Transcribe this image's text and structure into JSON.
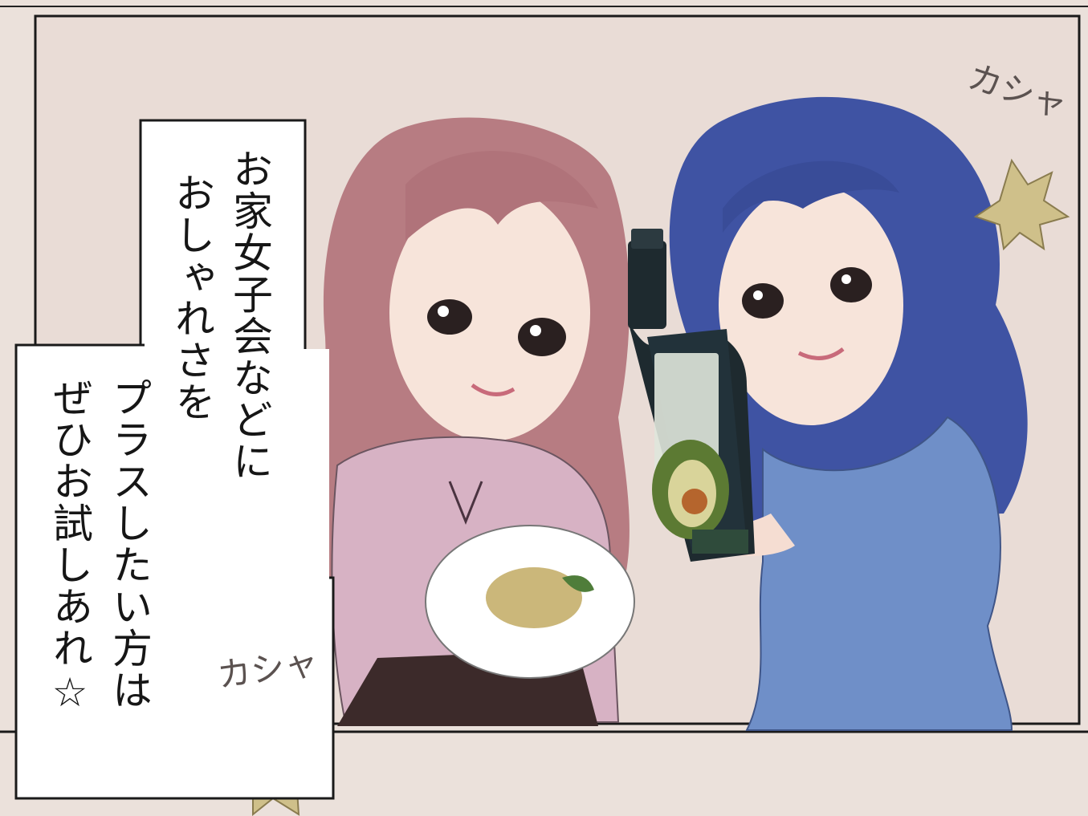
{
  "caption": {
    "column_1": "お家女子会などに",
    "column_2": "おしゃれさを",
    "column_3": "プラスしたい方は",
    "column_4": "ぜひお試しあれ☆"
  },
  "sound_effects": {
    "top_right": "カシャ",
    "bottom_left": "カシャ"
  },
  "colors": {
    "background": "#ece2dc",
    "panel_fill": "#e9dcd6",
    "speech_box": "#ffffff",
    "pink_hair": "#b77c82",
    "blue_hair": "#3f53a3",
    "pink_blouse": "#d7b2c4",
    "blue_dress": "#6f8fc8",
    "bottle": "#1e2a2f",
    "avocado": "#5c7a33",
    "flash": "#cfc08a"
  }
}
